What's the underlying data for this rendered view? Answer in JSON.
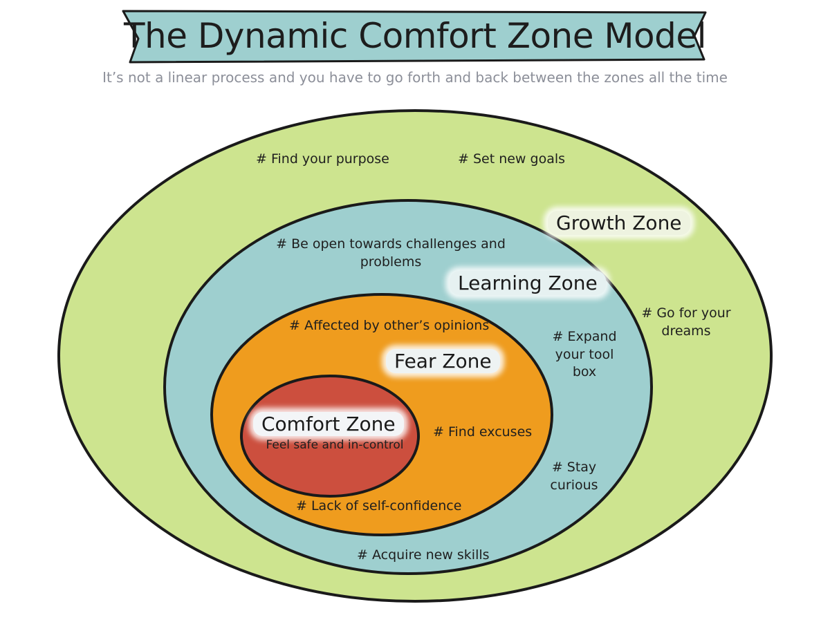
{
  "title": "The Dynamic Comfort Zone Model",
  "subtitle": "It’s not a linear process and you have to go forth and back between the zones all the time",
  "colors": {
    "banner": "#9ecfcf",
    "growth": "#cde48f",
    "learning": "#9ecfcf",
    "fear": "#ef9c1e",
    "comfort": "#cc4f3e",
    "outline": "#1a1a1a"
  },
  "zones": {
    "growth": {
      "label": "Growth Zone",
      "notes": {
        "purpose": "# Find your purpose",
        "goals": "# Set new goals",
        "dreams": "# Go for your dreams"
      }
    },
    "learning": {
      "label": "Learning Zone",
      "notes": {
        "challenges": "# Be open towards challenges and problems",
        "toolbox": "# Expand your tool box",
        "curious": "# Stay curious",
        "skills": "# Acquire new skills"
      }
    },
    "fear": {
      "label": "Fear Zone",
      "notes": {
        "affected": "# Affected by other’s opinions",
        "excuses": "# Find excuses",
        "confidence": "# Lack of self-confidence"
      }
    },
    "comfort": {
      "label": "Comfort Zone",
      "notes": {
        "safe": "Feel safe and in-control"
      }
    }
  }
}
